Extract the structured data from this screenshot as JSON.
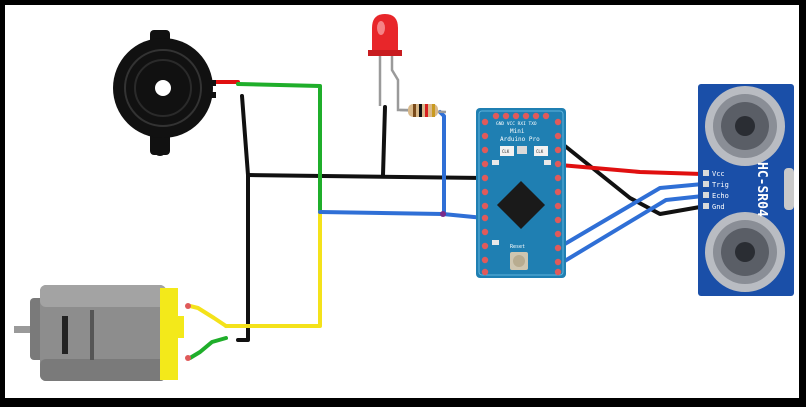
{
  "board": {
    "brand_line1": "Mini",
    "brand_line2": "Arduino Pro",
    "top_pins_label": "GND VCC RXI TXO",
    "reset_label": "Reset",
    "chip_label_1": "CLK",
    "chip_label_2": "CLK"
  },
  "sensor": {
    "model": "HC-SR04",
    "pins": [
      "Vcc",
      "Trig",
      "Echo",
      "Gnd"
    ]
  },
  "colors": {
    "border": "#000000",
    "background": "#ffffff",
    "wire_red": "#e01010",
    "wire_black": "#111111",
    "wire_green": "#1fae2a",
    "wire_yellow": "#f4e21a",
    "wire_blue": "#2f6fd6",
    "board_blue": "#1f7fb2",
    "sensor_blue": "#1a4fa8",
    "motor_yellow": "#f3e91a",
    "led_red": "#e8262a"
  },
  "icons": {
    "buzzer": "buzzer-icon",
    "led": "led-icon",
    "resistor": "resistor-icon",
    "motor": "dc-motor-icon",
    "microcontroller": "arduino-pro-mini-icon",
    "ultrasonic": "ultrasonic-sensor-icon"
  }
}
